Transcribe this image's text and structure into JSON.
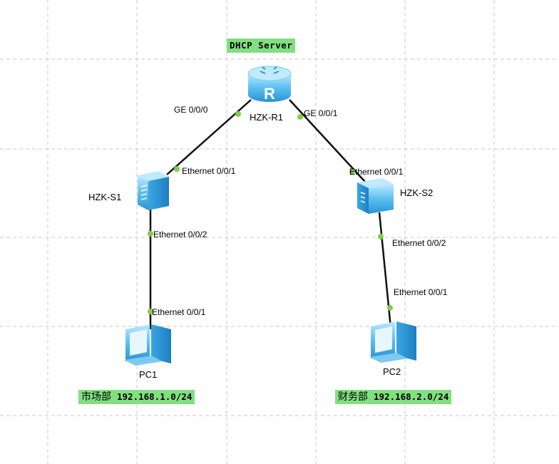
{
  "server_tag": "DHCP Server",
  "devices": {
    "router": {
      "name": "HZK-R1"
    },
    "switch1": {
      "name": "HZK-S1"
    },
    "switch2": {
      "name": "HZK-S2"
    },
    "pc1": {
      "name": "PC1"
    },
    "pc2": {
      "name": "PC2"
    }
  },
  "ports": {
    "r1_left": "GE 0/0/0",
    "r1_right": "GE 0/0/1",
    "s1_up": "Ethernet 0/0/1",
    "s1_down": "Ethernet 0/0/2",
    "s2_up": "Ethernet 0/0/1",
    "s2_down": "Ethernet 0/0/2",
    "pc1_port": "Ethernet 0/0/1",
    "pc2_port": "Ethernet 0/0/1"
  },
  "departments": [
    {
      "name": "市场部",
      "network": "192.168.1.0/24"
    },
    {
      "name": "财务部",
      "network": "192.168.2.0/24"
    }
  ],
  "colors": {
    "tag_bg": "#80e080",
    "port_dot": "#7ad04a",
    "device_blue": "#5bc0f0"
  }
}
